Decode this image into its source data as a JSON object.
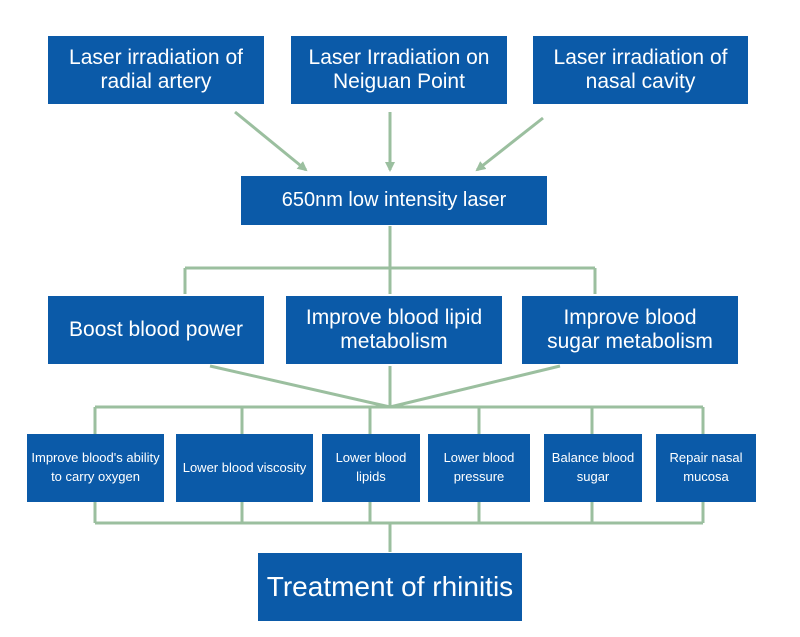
{
  "sources": [
    "Laser irradiation of\nradial artery",
    "Laser Irradiation on\nNeiguan Point",
    "Laser irradiation of\nnasal cavity"
  ],
  "laser": "650nm low intensity laser",
  "effects": [
    "Boost blood power",
    "Improve blood lipid\nmetabolism",
    "Improve blood\nsugar metabolism"
  ],
  "outcomes": [
    "Improve blood's ability\nto carry oxygen",
    "Lower blood viscosity",
    "Lower blood\nlipids",
    "Lower blood\npressure",
    "Balance blood\nsugar",
    "Repair nasal\nmucosa"
  ],
  "result": "Treatment of rhinitis",
  "colors": {
    "box": "#0b5aa8",
    "text": "#ffffff",
    "connector": "#9bbf9f"
  }
}
